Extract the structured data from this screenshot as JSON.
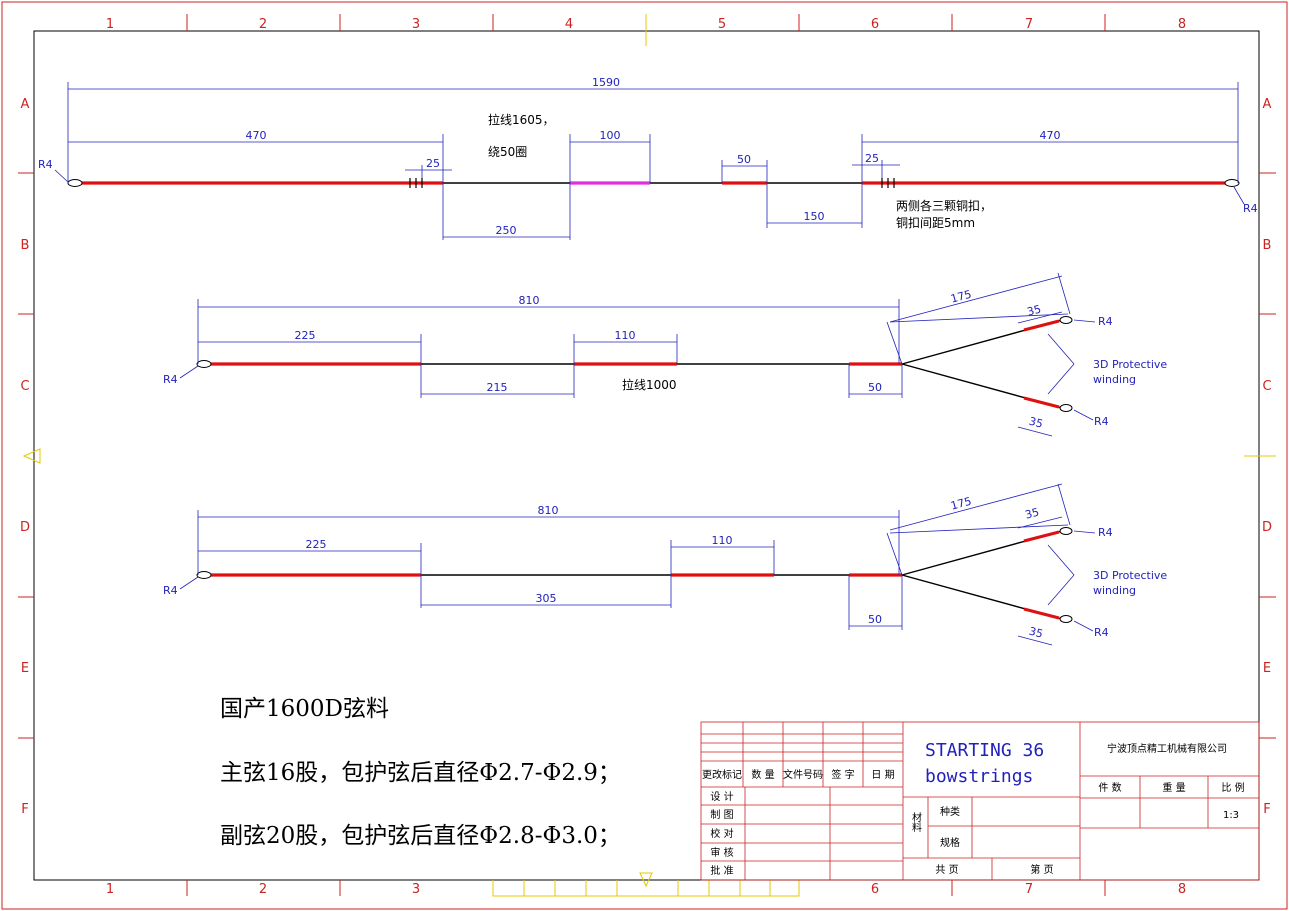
{
  "zones": {
    "columns": [
      "1",
      "2",
      "3",
      "4",
      "5",
      "6",
      "7",
      "8"
    ],
    "rows": [
      "A",
      "B",
      "C",
      "D",
      "E",
      "F"
    ]
  },
  "string1": {
    "total": "1590",
    "left_serve": "470",
    "right_serve": "470",
    "left_small": "25",
    "right_small": "25",
    "center_pink": "100",
    "small_serve": "50",
    "gap_left": "250",
    "gap_right": "150",
    "loop_left": "R4",
    "loop_right": "R4",
    "note_pull_line1": "拉线1605，",
    "note_pull_line2": "绕50圈",
    "note_buckle_line1": "两侧各三颗铜扣，",
    "note_buckle_line2": "铜扣间距5mm"
  },
  "string2": {
    "total": "810",
    "left_serve": "225",
    "gap": "215",
    "mid_serve": "110",
    "right_serve": "50",
    "branch": "175",
    "branch_top": "35",
    "branch_bottom": "35",
    "loop_left": "R4",
    "loop_top": "R4",
    "loop_bottom": "R4",
    "note_pull": "拉线1000",
    "protect_line1": "3D Protective",
    "protect_line2": "winding"
  },
  "string3": {
    "total": "810",
    "left_serve": "225",
    "gap": "305",
    "mid_serve": "110",
    "right_serve": "50",
    "branch": "175",
    "branch_top": "35",
    "branch_bottom": "35",
    "loop_left": "R4",
    "loop_top": "R4",
    "loop_bottom": "R4",
    "protect_line1": "3D Protective",
    "protect_line2": "winding"
  },
  "notes": {
    "line1": "国产1600D弦料",
    "line2": "主弦16股，包护弦后直径Φ2.7-Φ2.9；",
    "line3": "副弦20股，包护弦后直径Φ2.8-Φ3.0；"
  },
  "title_block": {
    "change_mark": "更改标记",
    "quantity": "数 量",
    "doc_no": "文件号码",
    "signature": "签 字",
    "date": "日 期",
    "design": "设 计",
    "draw": "制 图",
    "check": "校 对",
    "review": "审 核",
    "approve": "批 准",
    "title_line1": "STARTING 36",
    "title_line2": "bowstrings",
    "company": "宁波顶点精工机械有限公司",
    "pieces": "件 数",
    "weight": "重 量",
    "scale_label": "比 例",
    "scale_value": "1:3",
    "material": "材料",
    "type": "种类",
    "spec": "规格",
    "total_pages": "共    页",
    "page_no": "第    页"
  }
}
